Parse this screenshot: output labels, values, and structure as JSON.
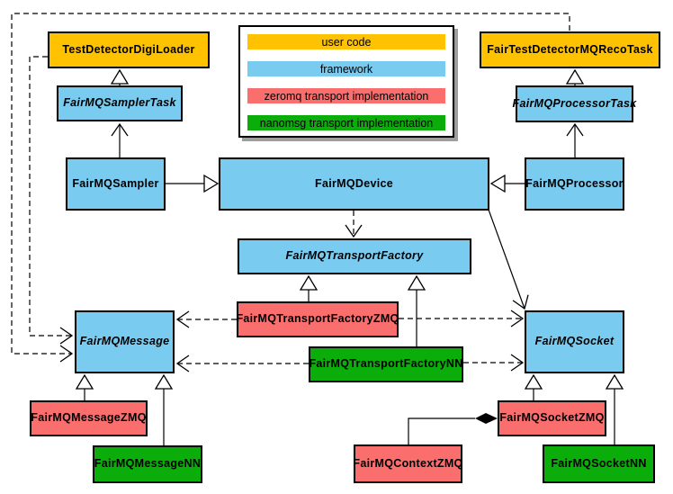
{
  "colors": {
    "user_code": "#FFC200",
    "framework": "#79CBF0",
    "zeromq": "#FA6E6E",
    "nanomsg": "#0BAD0B"
  },
  "legend": {
    "items": [
      {
        "label": "user code",
        "type": "user_code"
      },
      {
        "label": "framework",
        "type": "framework"
      },
      {
        "label": "zeromq transport implementation",
        "type": "zeromq"
      },
      {
        "label": "nanomsg transport implementation",
        "type": "nanomsg"
      }
    ]
  },
  "nodes": {
    "test_detector_digi_loader": {
      "label": "TestDetectorDigiLoader",
      "type": "user_code",
      "abstract": false
    },
    "fair_test_detector_mq_reco_task": {
      "label": "FairTestDetectorMQRecoTask",
      "type": "user_code",
      "abstract": false
    },
    "fairmq_sampler_task": {
      "label": "FairMQSamplerTask",
      "type": "framework",
      "abstract": true
    },
    "fairmq_processor_task": {
      "label": "FairMQProcessorTask",
      "type": "framework",
      "abstract": true
    },
    "fairmq_sampler": {
      "label": "FairMQSampler",
      "type": "framework",
      "abstract": false
    },
    "fairmq_device": {
      "label": "FairMQDevice",
      "type": "framework",
      "abstract": false
    },
    "fairmq_processor": {
      "label": "FairMQProcessor",
      "type": "framework",
      "abstract": false
    },
    "fairmq_transport_factory": {
      "label": "FairMQTransportFactory",
      "type": "framework",
      "abstract": true
    },
    "fairmq_transport_factory_zmq": {
      "label": "FairMQTransportFactoryZMQ",
      "type": "zeromq",
      "abstract": false
    },
    "fairmq_transport_factory_nn": {
      "label": "FairMQTransportFactoryNN",
      "type": "nanomsg",
      "abstract": false
    },
    "fairmq_message": {
      "label": "FairMQMessage",
      "type": "framework",
      "abstract": true
    },
    "fairmq_socket": {
      "label": "FairMQSocket",
      "type": "framework",
      "abstract": true
    },
    "fairmq_message_zmq": {
      "label": "FairMQMessageZMQ",
      "type": "zeromq",
      "abstract": false
    },
    "fairmq_message_nn": {
      "label": "FairMQMessageNN",
      "type": "nanomsg",
      "abstract": false
    },
    "fairmq_context_zmq": {
      "label": "FairMQContextZMQ",
      "type": "zeromq",
      "abstract": false
    },
    "fairmq_socket_zmq": {
      "label": "FairMQSocketZMQ",
      "type": "zeromq",
      "abstract": false
    },
    "fairmq_socket_nn": {
      "label": "FairMQSocketNN",
      "type": "nanomsg",
      "abstract": false
    }
  },
  "edges": [
    {
      "from": "FairMQSamplerTask",
      "to": "TestDetectorDigiLoader",
      "line": "solid",
      "head": "hollow-triangle"
    },
    {
      "from": "FairMQProcessorTask",
      "to": "FairTestDetectorMQRecoTask",
      "line": "solid",
      "head": "hollow-triangle"
    },
    {
      "from": "FairMQSampler",
      "to": "FairMQSamplerTask",
      "line": "solid",
      "head": "open-arrow"
    },
    {
      "from": "FairMQProcessor",
      "to": "FairMQProcessorTask",
      "line": "solid",
      "head": "open-arrow"
    },
    {
      "from": "FairMQSampler",
      "to": "FairMQDevice",
      "line": "solid",
      "head": "hollow-triangle"
    },
    {
      "from": "FairMQProcessor",
      "to": "FairMQDevice",
      "line": "solid",
      "head": "hollow-triangle"
    },
    {
      "from": "FairMQDevice",
      "to": "FairMQTransportFactory",
      "line": "dashed",
      "head": "open-arrow"
    },
    {
      "from": "FairMQDevice",
      "to": "FairMQSocket",
      "line": "solid",
      "head": "open-arrow"
    },
    {
      "from": "FairMQTransportFactoryZMQ",
      "to": "FairMQTransportFactory",
      "line": "solid",
      "head": "hollow-triangle"
    },
    {
      "from": "FairMQTransportFactoryNN",
      "to": "FairMQTransportFactory",
      "line": "solid",
      "head": "hollow-triangle"
    },
    {
      "from": "FairMQTransportFactoryZMQ",
      "to": "FairMQMessage",
      "line": "dashed",
      "head": "open-arrow"
    },
    {
      "from": "FairMQTransportFactoryZMQ",
      "to": "FairMQSocket",
      "line": "dashed",
      "head": "open-arrow"
    },
    {
      "from": "FairMQTransportFactoryNN",
      "to": "FairMQMessage",
      "line": "dashed",
      "head": "open-arrow"
    },
    {
      "from": "FairMQTransportFactoryNN",
      "to": "FairMQSocket",
      "line": "dashed",
      "head": "open-arrow"
    },
    {
      "from": "TestDetectorDigiLoader",
      "to": "FairMQMessage",
      "line": "dashed",
      "head": "open-arrow"
    },
    {
      "from": "FairTestDetectorMQRecoTask",
      "to": "FairMQMessage",
      "line": "dashed",
      "head": "open-arrow"
    },
    {
      "from": "FairMQMessageZMQ",
      "to": "FairMQMessage",
      "line": "solid",
      "head": "hollow-triangle"
    },
    {
      "from": "FairMQMessageNN",
      "to": "FairMQMessage",
      "line": "solid",
      "head": "hollow-triangle"
    },
    {
      "from": "FairMQSocketZMQ",
      "to": "FairMQSocket",
      "line": "solid",
      "head": "hollow-triangle"
    },
    {
      "from": "FairMQSocketNN",
      "to": "FairMQSocket",
      "line": "solid",
      "head": "hollow-triangle"
    },
    {
      "from": "FairMQContextZMQ",
      "to": "FairMQSocketZMQ",
      "line": "solid",
      "head": "filled-diamond"
    }
  ]
}
